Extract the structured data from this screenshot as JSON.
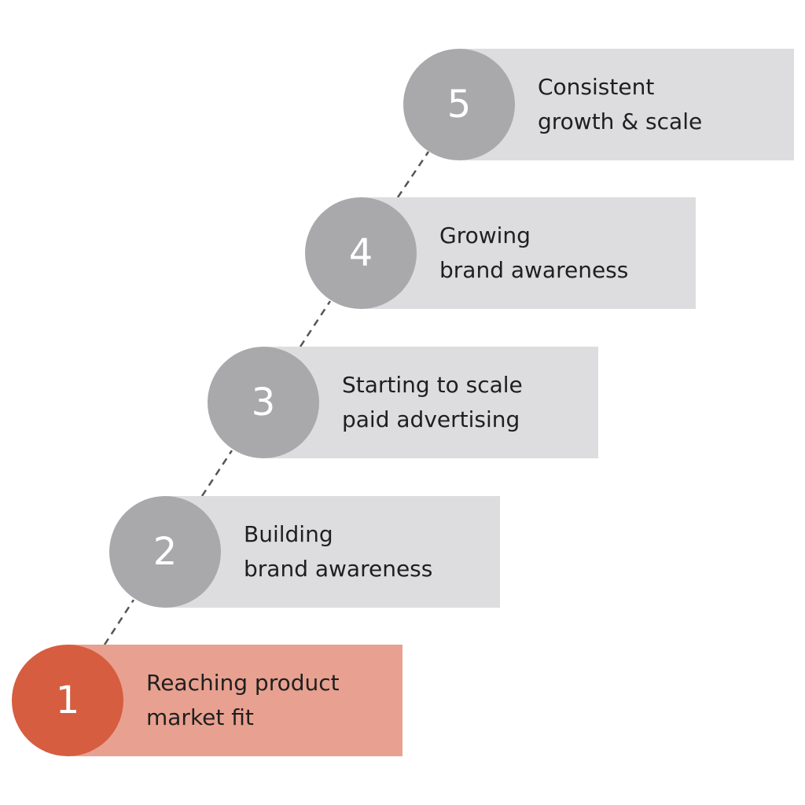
{
  "steps": [
    {
      "number": "1",
      "line1": "Reaching product",
      "line2": "market fit",
      "highlighted": true
    },
    {
      "number": "2",
      "line1": "Building",
      "line2": "brand awareness",
      "highlighted": false
    },
    {
      "number": "3",
      "line1": "Starting to scale",
      "line2": "paid advertising",
      "highlighted": false
    },
    {
      "number": "4",
      "line1": "Growing",
      "line2": "brand awareness",
      "highlighted": false
    },
    {
      "number": "5",
      "line1": "Consistent",
      "line2": "growth & scale",
      "highlighted": false
    }
  ],
  "colors": {
    "highlight_circle": "#d75d40",
    "highlight_bar": "#e8a190",
    "circle": "#a9a8aa",
    "bar": "#dddcde",
    "connector": "#555555"
  }
}
